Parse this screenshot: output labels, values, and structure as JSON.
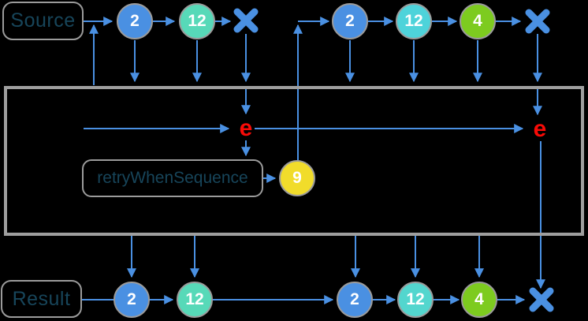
{
  "labels": {
    "source": "Source",
    "result": "Result",
    "operator": "retryWhenSequence",
    "error_symbol": "e"
  },
  "icons": {
    "error_terminal": "x-cross"
  },
  "colors": {
    "background": "#000000",
    "arrow": "#4A90E2",
    "error_x": "#4A90E2",
    "error_letter": "#F80B07",
    "operator_box_border": "#9E9E9E",
    "label_border": "#9B9B9B",
    "label_text": "#17455A",
    "marble_border": "#9B9B9B",
    "marble_text": "#FFFFFF"
  },
  "source_timeline_1": {
    "marbles": [
      {
        "value": "2",
        "color": "#4A90E2"
      },
      {
        "value": "12",
        "color": "#57D9B8"
      }
    ],
    "terminal": "error"
  },
  "source_timeline_2": {
    "marbles": [
      {
        "value": "2",
        "color": "#4A90E2"
      },
      {
        "value": "12",
        "color": "#4ED3DA"
      },
      {
        "value": "4",
        "color": "#7DCB1F"
      }
    ],
    "terminal": "error"
  },
  "retry_trigger": {
    "value": "9",
    "color": "#F1DC2B"
  },
  "result_timeline_1": {
    "marbles": [
      {
        "value": "2",
        "color": "#4A90E2"
      },
      {
        "value": "12",
        "color": "#57D9B8"
      }
    ]
  },
  "result_timeline_2": {
    "marbles": [
      {
        "value": "2",
        "color": "#4A90E2"
      },
      {
        "value": "12",
        "color": "#53D6CE"
      },
      {
        "value": "4",
        "color": "#7DCB1F"
      }
    ],
    "terminal": "error"
  }
}
